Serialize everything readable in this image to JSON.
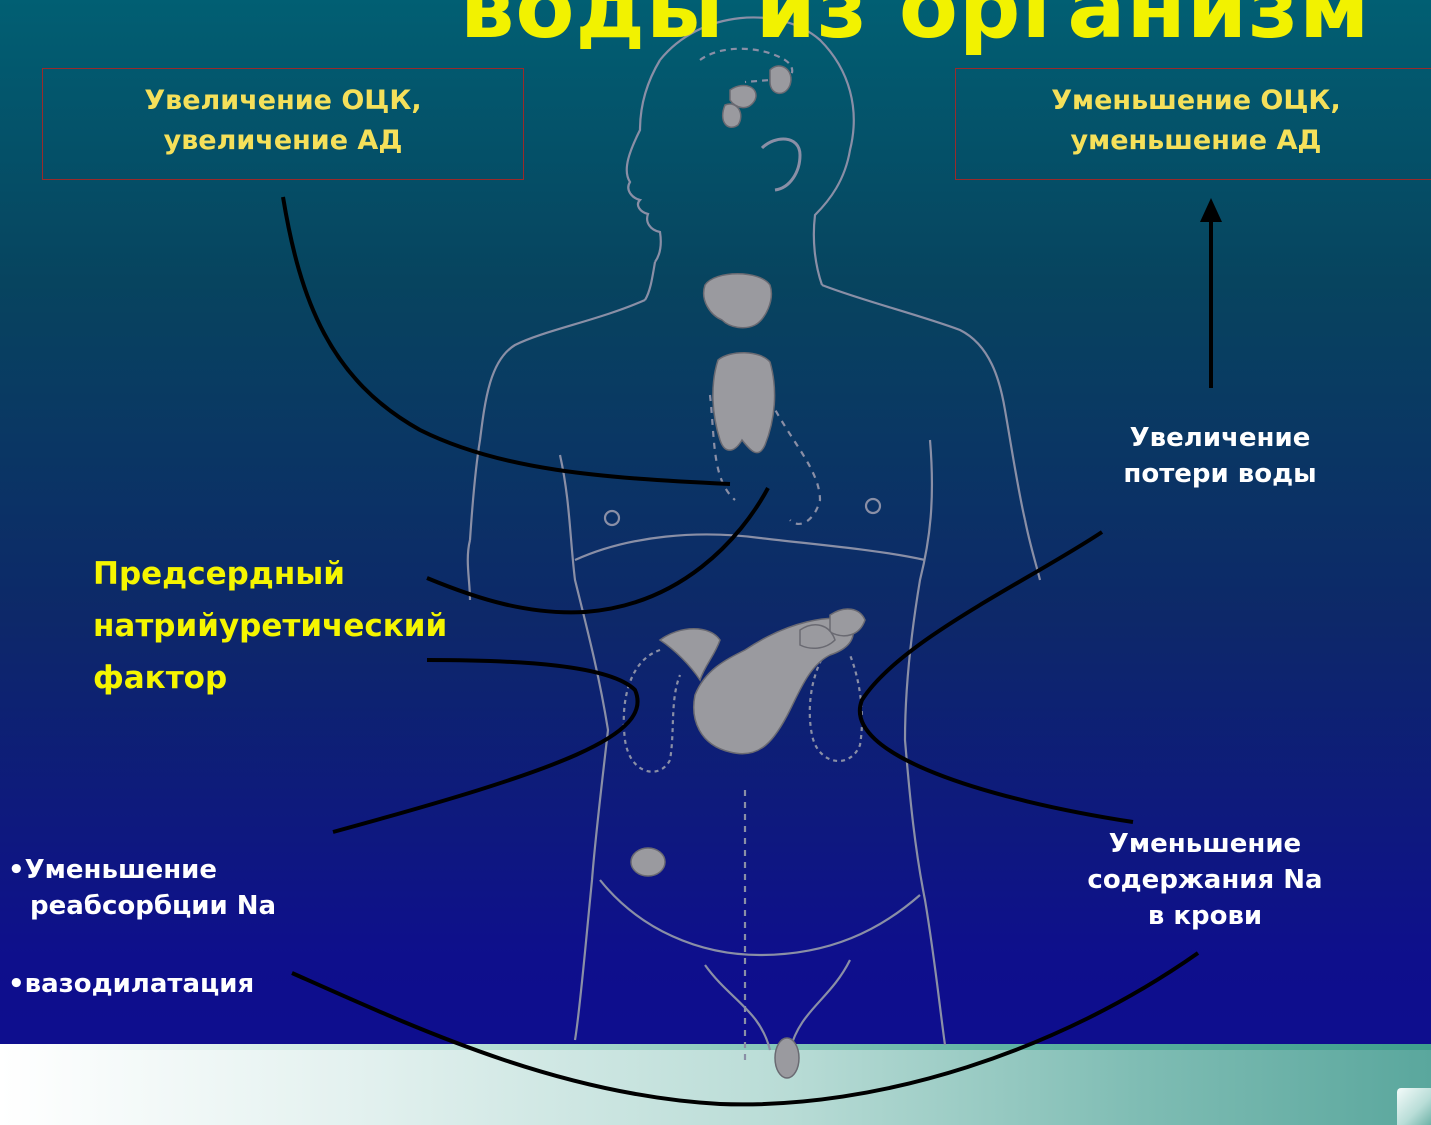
{
  "title": "воды из организм",
  "box_left": {
    "line1": "Увеличение ОЦК,",
    "line2": "увеличение АД"
  },
  "box_right": {
    "line1": "Уменьшение ОЦК,",
    "line2": "уменьшение АД"
  },
  "right_water_loss": {
    "line1": "Увеличение",
    "line2": "потери воды"
  },
  "factor": {
    "line1": "Предсердный",
    "line2": "натрийуретический",
    "line3": "фактор"
  },
  "right_sodium": {
    "line1": "Уменьшение",
    "line2": "содержания Na",
    "line3": "в крови"
  },
  "effects": [
    {
      "line1": "Уменьшение",
      "line2": "реабсорбции Na"
    },
    {
      "line1": "вазодилатация"
    }
  ],
  "bullet_char": "•",
  "colors": {
    "title": "#f2f200",
    "yellow_text": "#f5f500",
    "box_border": "#9a2a2a",
    "box_text": "#f5e05a"
  }
}
